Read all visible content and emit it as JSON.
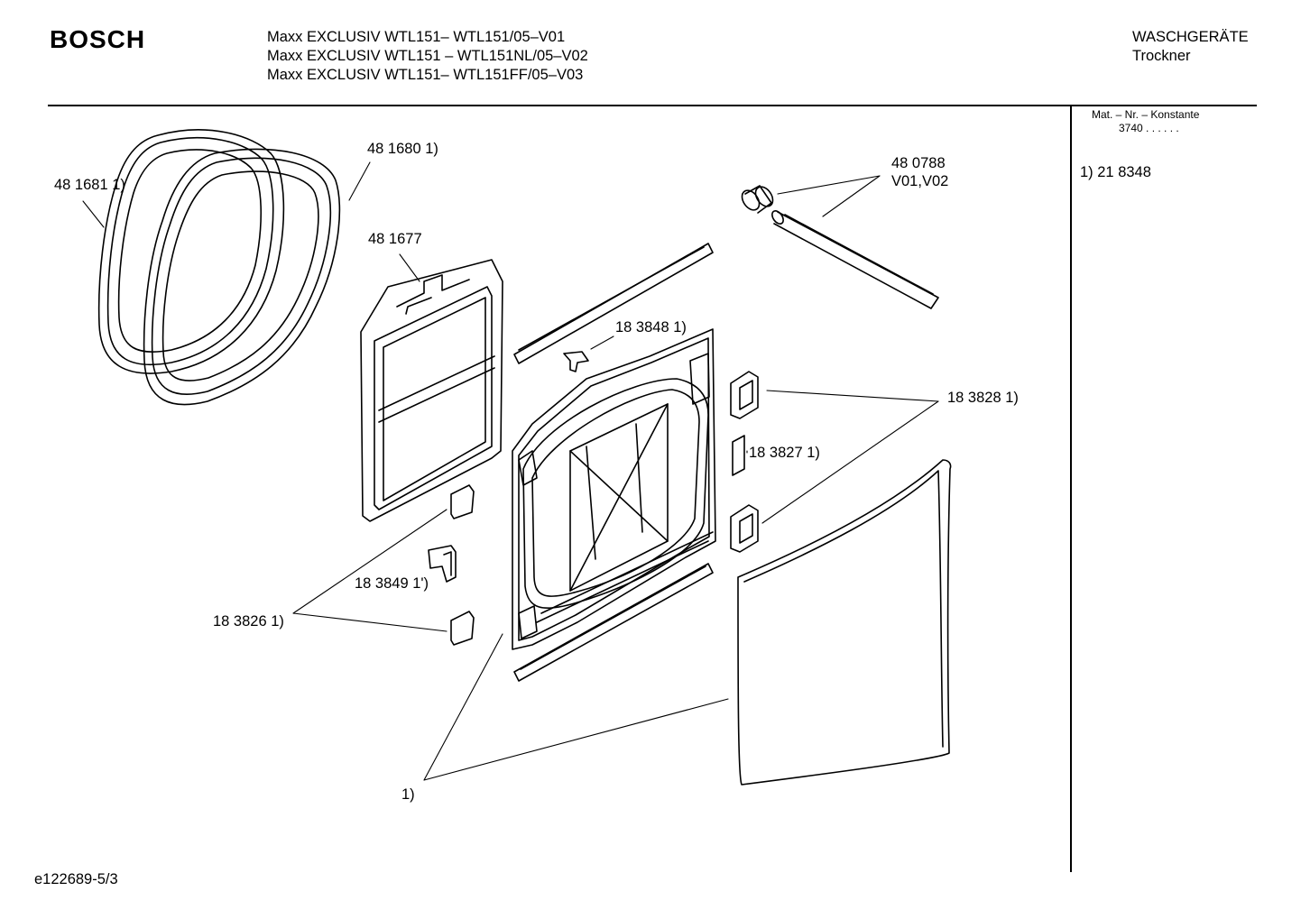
{
  "header": {
    "brand": "BOSCH",
    "models": [
      "Maxx EXCLUSIV WTL151– WTL151/05–V01",
      "Maxx EXCLUSIV WTL151 – WTL151NL/05–V02",
      "Maxx EXCLUSIV WTL151– WTL151FF/05–V03"
    ],
    "category": "WASCHGERÄTE",
    "subcategory": "Trockner"
  },
  "sidebar": {
    "mat_label": "Mat. – Nr. – Konstante",
    "mat_value": "3740  .  .   .  .  .  .",
    "note": "1) 21 8348"
  },
  "parts": {
    "gasket_outer": "48 1681 1)",
    "gasket_inner": "48 1680 1)",
    "frame": "48 1677",
    "hose": "48 0788",
    "hose_variant": "V01,V02",
    "handle": "18 3848 1)",
    "hinge": "18 3828 1)",
    "strip": "18 3827 1)",
    "hinge_small": "18 3849 1')",
    "pad": "18 3826 1)",
    "footnote": "1)"
  },
  "footer": {
    "doc_id": "e122689-5/3"
  }
}
